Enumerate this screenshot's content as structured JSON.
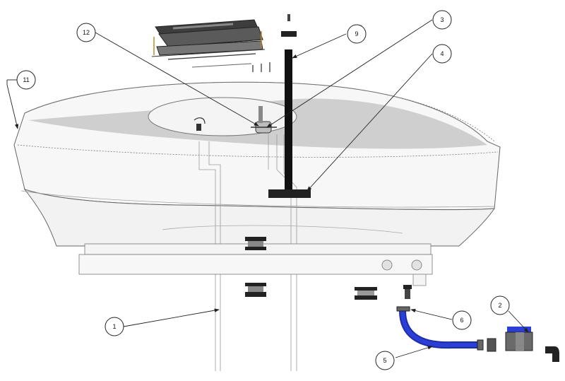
{
  "colors": {
    "tank_fill": "#f7f7f7",
    "tank_shade": "#d2d2d2",
    "outline": "#555555",
    "pipe": "#111111",
    "hose_blue": "#2b3fd6",
    "lid_dark": "#3d3d3d"
  },
  "callouts": [
    {
      "id": "1",
      "label": "1"
    },
    {
      "id": "2",
      "label": "2"
    },
    {
      "id": "3",
      "label": "3"
    },
    {
      "id": "4",
      "label": "4"
    },
    {
      "id": "5",
      "label": "5"
    },
    {
      "id": "6",
      "label": "6"
    },
    {
      "id": "9",
      "label": "9"
    },
    {
      "id": "11",
      "label": "11"
    },
    {
      "id": "12",
      "label": "12"
    }
  ]
}
